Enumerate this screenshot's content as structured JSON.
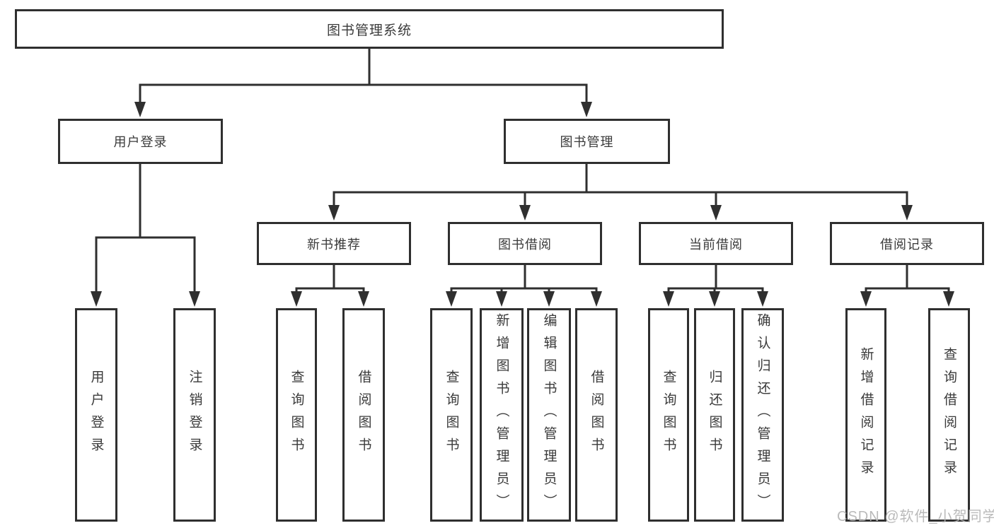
{
  "diagram": {
    "root": {
      "label": "图书管理系统"
    },
    "branches": [
      {
        "label": "用户登录",
        "leaves": [
          {
            "label": "用户登录"
          },
          {
            "label": "注销登录"
          }
        ]
      },
      {
        "label": "图书管理",
        "groups": [
          {
            "label": "新书推荐",
            "leaves": [
              {
                "label": "查询图书"
              },
              {
                "label": "借阅图书"
              }
            ]
          },
          {
            "label": "图书借阅",
            "leaves": [
              {
                "label": "查询图书"
              },
              {
                "label": "新增图书（管理员）"
              },
              {
                "label": "编辑图书（管理员）"
              },
              {
                "label": "借阅图书"
              }
            ]
          },
          {
            "label": "当前借阅",
            "leaves": [
              {
                "label": "查询图书"
              },
              {
                "label": "归还图书"
              },
              {
                "label": "确认归还（管理员）"
              }
            ]
          },
          {
            "label": "借阅记录",
            "leaves": [
              {
                "label": "新增借阅记录"
              },
              {
                "label": "查询借阅记录"
              }
            ]
          }
        ]
      }
    ]
  },
  "watermark": {
    "text": "CSDN @软件_小贺同学"
  },
  "colors": {
    "line": "#2f2f2f",
    "text": "#3a3a3a",
    "box_background": "#ffffff",
    "page_background": "#ffffff",
    "watermark": "#b3b3b3"
  }
}
